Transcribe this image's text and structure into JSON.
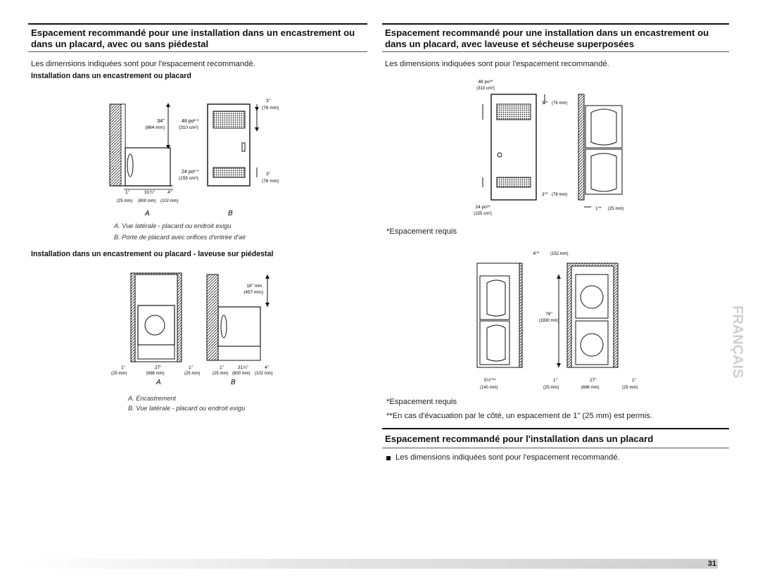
{
  "left": {
    "heading": "Espacement recommandé pour une installation dans un encastrement ou dans un placard, avec ou sans piédestal",
    "intro": "Les dimensions indiquées sont pour l'espacement recommandé.",
    "sub1": "Installation dans un encastrement ou placard",
    "fig1": {
      "label_a": "A",
      "label_b": "B",
      "dim_34": "34\"",
      "dim_864": "(864 mm)",
      "vent_top_area": "48 po² *",
      "vent_top_metric": "(310 cm²)",
      "vent_bot_area": "24 po² *",
      "vent_bot_metric": "(155 cm²)",
      "gap_top": "3\"",
      "gap_top_mm": "(76 mm)",
      "gap_bot": "3\"",
      "gap_bot_mm": "(76 mm)",
      "b1": "1\"",
      "b2": "31½\"",
      "b3": "4\"",
      "bm1": "(25 mm)",
      "bm2": "(800 mm)",
      "bm3": "(102 mm)"
    },
    "caption1a": "A. Vue latérale - placard ou endroit exigu",
    "caption1b": "B. Porte de placard avec orifices d'entrée d'air",
    "sub2": "Installation dans un encastrement ou placard - laveuse sur piédestal",
    "fig2": {
      "label_a": "A",
      "label_b": "B",
      "min": "18\" min.",
      "min_mm": "(457 mm)",
      "l1": "1\"",
      "l2": "27\"",
      "l3": "1\"",
      "lm1": "(25 mm)",
      "lm2": "(686 mm)",
      "lm3": "(25 mm)",
      "r1": "1\"",
      "r2": "31½\"",
      "r3": "4\"",
      "rm1": "(25 mm)",
      "rm2": "(800 mm)",
      "rm3": "(102 mm)"
    },
    "caption2a": "A. Encastrement",
    "caption2b": "B. Vue latérale - placard ou endroit exigu"
  },
  "right": {
    "heading": "Espacement recommandé pour une installation dans un encastrement ou dans un placard, avec laveuse et sécheuse superposées",
    "intro": "Les dimensions indiquées sont pour l'espacement recommandé.",
    "fig3": {
      "vent_top_area": "48 po²*",
      "vent_top_metric": "(310 cm²)",
      "gap_top": "3\"*",
      "gap_top_mm": "(76 mm)",
      "gap_bot": "3\"*",
      "gap_bot_mm": "(76 mm)",
      "vent_bot_area": "24 po²*",
      "vent_bot_metric": "(155 cm²)",
      "side": "1\"*",
      "side_mm": "(25 mm)"
    },
    "note1": "*Espacement requis",
    "fig4": {
      "top": "6\"*",
      "top_mm": "(152 mm)",
      "height": "76\"",
      "height_mm": "(1930 mm)",
      "d1": "5½\"**",
      "dm1": "(140 mm)",
      "d2": "1\"",
      "dm2": "(25 mm)",
      "d3": "27\"",
      "dm3": "(686 mm)",
      "d4": "1\"",
      "dm4": "(25 mm)"
    },
    "note2": "*Espacement requis",
    "note3": "**En cas d'évacuation par le côté, un espacement de 1\" (25 mm) est permis.",
    "heading2": "Espacement recommandé pour l'installation dans un placard",
    "bullet1": "Les dimensions indiquées sont pour l'espacement recommandé."
  },
  "side_tab": "FRANÇAIS",
  "page_number": "31"
}
